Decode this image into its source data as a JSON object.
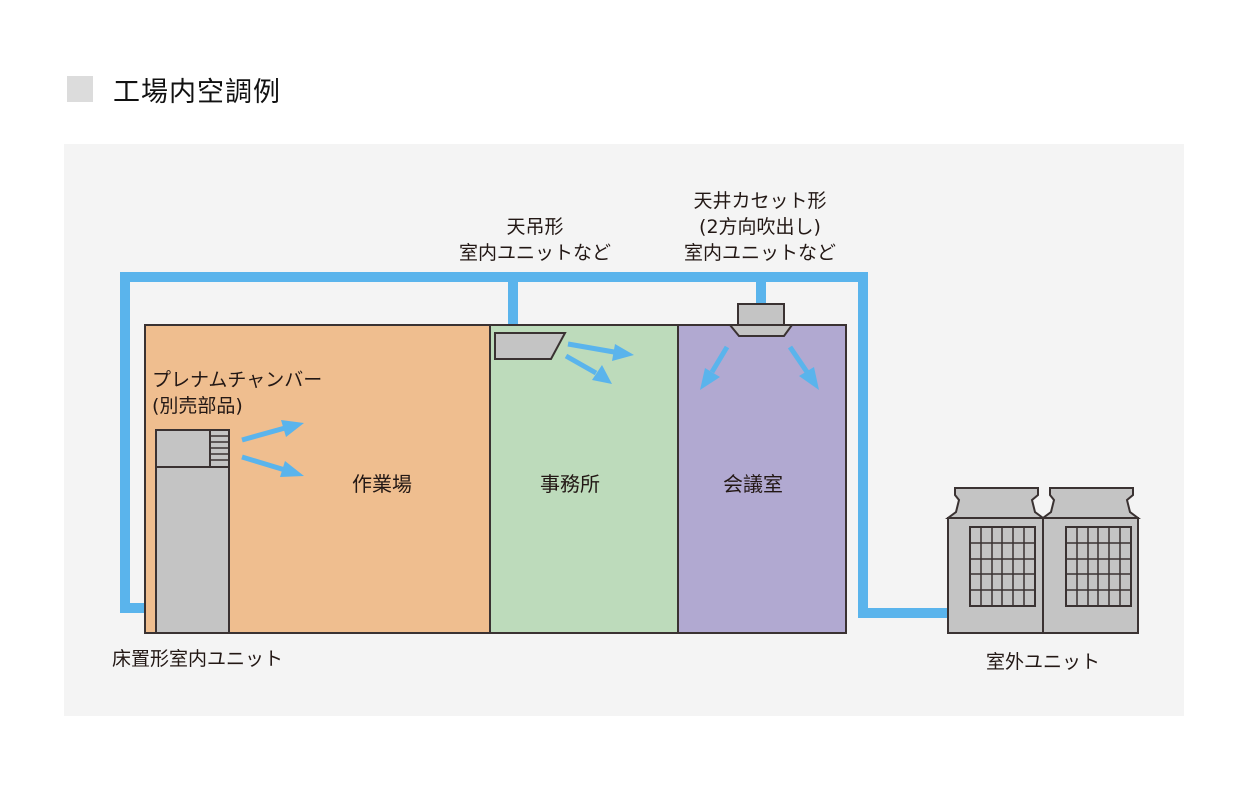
{
  "title": {
    "text": "工場内空調例",
    "bullet_color": "#dcdcdc"
  },
  "colors": {
    "panel_bg": "#f4f4f4",
    "pipe": "#5ab4ec",
    "airflow_arrow": "#5ab4ec",
    "workshop": "#efbe8f",
    "office": "#bddbbb",
    "meeting_room": "#b1a9d1",
    "unit_gray": "#c4c4c4",
    "outline": "#3a3232"
  },
  "rooms": [
    {
      "id": "workshop",
      "label": "作業場"
    },
    {
      "id": "office",
      "label": "事務所"
    },
    {
      "id": "meeting_room",
      "label": "会議室"
    }
  ],
  "units": {
    "ceiling_suspended": {
      "line1": "天吊形",
      "line2": "室内ユニットなど"
    },
    "ceiling_cassette": {
      "line1": "天井カセット形",
      "line2": "(2方向吹出し)",
      "line3": "室内ユニットなど"
    },
    "plenum_chamber": {
      "line1": "プレナムチャンバー",
      "line2": "(別売部品)"
    },
    "floor_standing": {
      "label": "床置形室内ユニット"
    },
    "outdoor": {
      "label": "室外ユニット"
    }
  }
}
